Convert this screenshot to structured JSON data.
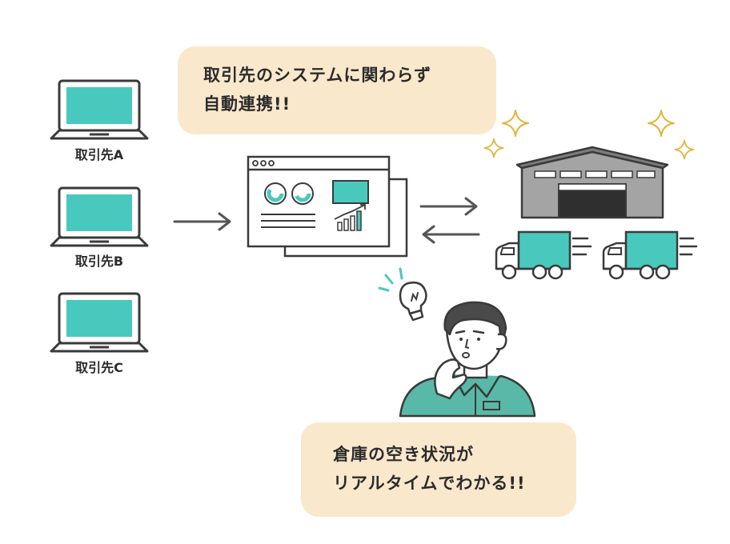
{
  "bubbles": {
    "top": {
      "line1": "取引先のシステムに関わらず",
      "line2": "自動連携!!"
    },
    "bottom": {
      "line1": "倉庫の空き状況が",
      "line2": "リアルタイムでわかる!!"
    }
  },
  "partners": [
    {
      "label": "取引先A"
    },
    {
      "label": "取引先B"
    },
    {
      "label": "取引先C"
    }
  ],
  "colors": {
    "accent_teal": "#49c9bd",
    "bubble_fill": "#fae8cc",
    "line_dark": "#3a3a3a",
    "arrow_gray": "#555555",
    "warehouse_gray": "#9a9a9a",
    "star_gold": "#f2c94c",
    "jacket_teal": "#59b9a8"
  },
  "icons": {
    "laptop": "laptop-icon",
    "dashboard": "dashboard-window-icon",
    "warehouse": "warehouse-icon",
    "truck": "delivery-truck-icon",
    "lightbulb": "lightbulb-icon",
    "sparkle": "sparkle-icon",
    "person": "thinking-worker-icon"
  }
}
